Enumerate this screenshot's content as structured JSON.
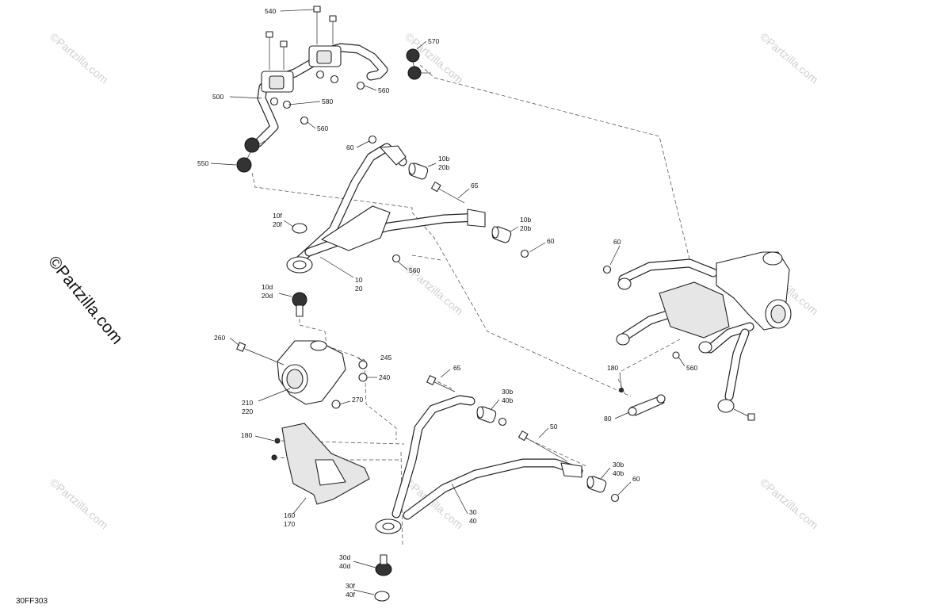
{
  "watermark_text": "©Partzilla.com",
  "diagram_code": "30FF303",
  "callouts": {
    "c540": "540",
    "c570": "570",
    "c560a": "560",
    "c500": "500",
    "c580": "580",
    "c560b": "560",
    "c60a": "60",
    "c10b20b_a_1": "10b",
    "c10b20b_a_2": "20b",
    "c550": "550",
    "c65a": "65",
    "c10f20f_1": "10f",
    "c10f20f_2": "20f",
    "c10b20b_b_1": "10b",
    "c10b20b_b_2": "20b",
    "c60b": "60",
    "c60c": "60",
    "c560c": "560",
    "c1020_1": "10",
    "c1020_2": "20",
    "c10d20d_1": "10d",
    "c10d20d_2": "20d",
    "c260": "260",
    "c245": "245",
    "c240": "240",
    "c65b": "65",
    "c180a": "180",
    "c560d": "560",
    "c210220_1": "210",
    "c210220_2": "220",
    "c270": "270",
    "c30b40b_a_1": "30b",
    "c30b40b_a_2": "40b",
    "c80": "80",
    "c50": "50",
    "c180b": "180",
    "c30b40b_b_1": "30b",
    "c30b40b_b_2": "40b",
    "c60d": "60",
    "c160170_1": "160",
    "c160170_2": "170",
    "c3040_1": "30",
    "c3040_2": "40",
    "c30d40d_1": "30d",
    "c30d40d_2": "40d",
    "c30f40f_1": "30f",
    "c30f40f_2": "40f"
  }
}
